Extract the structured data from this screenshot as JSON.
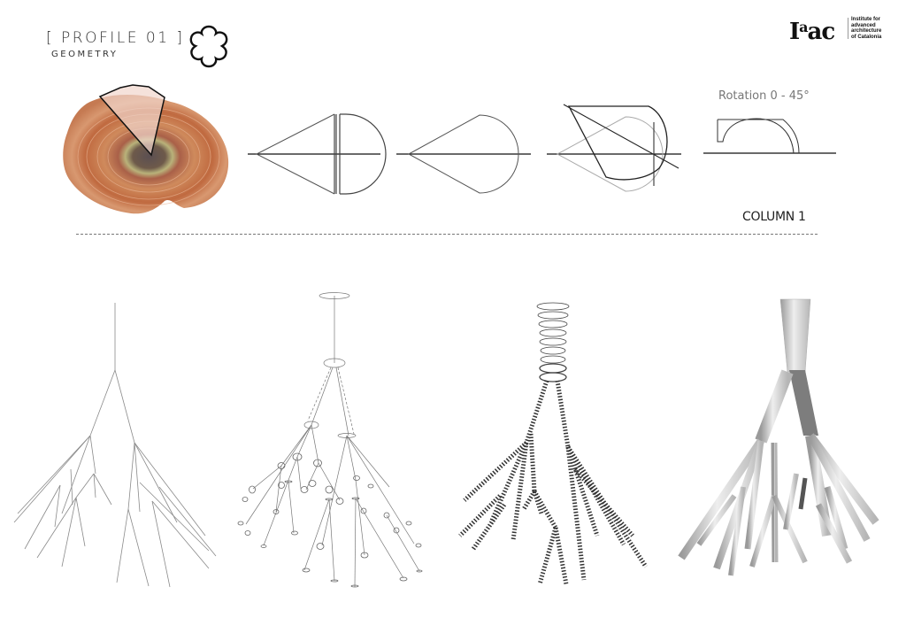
{
  "header": {
    "title": "[ PROFILE 01 ]",
    "subtitle": "GEOMETRY",
    "icon": "flower-outline-icon"
  },
  "logo": {
    "mark": "Iaac",
    "mark_prefix": "I",
    "mark_sup": "a",
    "mark_rest": "ac",
    "text_lines": [
      "Institute for",
      "advanced",
      "architecture",
      "of Catalonia"
    ]
  },
  "profile_row": {
    "panels": [
      {
        "name": "fungus-photo-with-sector-overlay",
        "description": "Bracket fungus top view with highlighted sector"
      },
      {
        "name": "split-teardrop-profile",
        "description": "Triangle and semicircle separated by gap"
      },
      {
        "name": "teardrop-profile",
        "description": "Joined teardrop profile"
      },
      {
        "name": "rotated-profile-overlay",
        "description": "Teardrop rotated over original"
      },
      {
        "name": "rotation-profile",
        "label": "Rotation 0 - 45°"
      }
    ],
    "column_label": "COLUMN 1"
  },
  "column_row": {
    "panels": [
      {
        "name": "branch-skeleton-lines"
      },
      {
        "name": "branch-skeleton-with-section-ellipses"
      },
      {
        "name": "branch-lofted-section-rings"
      },
      {
        "name": "branch-rendered-solid"
      }
    ]
  },
  "colors": {
    "line": "#222222",
    "light_line": "#9a9a9a",
    "fungus_orange": "#c8764a",
    "fungus_center": "#5e4f4f",
    "render_gray": "#bdbdbd",
    "render_dark": "#7a7a7a"
  }
}
